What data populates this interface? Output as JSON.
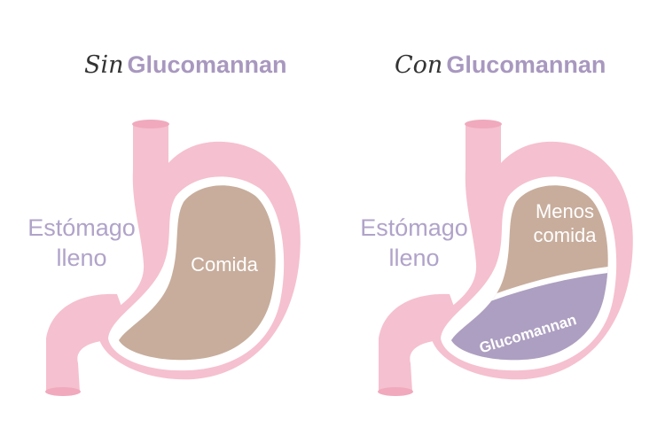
{
  "left_panel": {
    "title_prefix": "Sin",
    "title_main": "Glucomannan",
    "side_label_line1": "Estómago",
    "side_label_line2": "lleno",
    "food_label": "Comida"
  },
  "right_panel": {
    "title_prefix": "Con",
    "title_main": "Glucomannan",
    "side_label_line1": "Estómago",
    "side_label_line2": "lleno",
    "food_label_line1": "Menos",
    "food_label_line2": "comida",
    "glucomannan_label": "Glucomannan"
  },
  "colors": {
    "stomach_wall": "#f5c0cf",
    "stomach_lining": "#ffffff",
    "food": "#c8ad9c",
    "glucomannan": "#ad9fc1",
    "label_purple": "#b0a3c9",
    "title_dark": "#333333"
  }
}
